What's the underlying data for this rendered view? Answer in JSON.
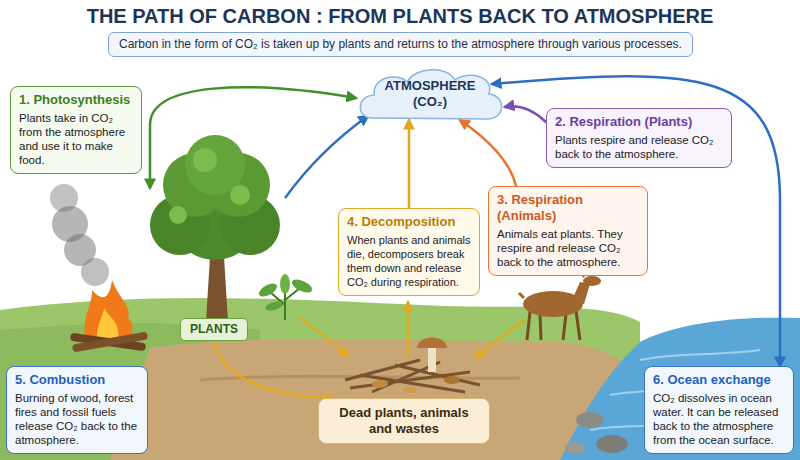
{
  "diagram": {
    "title": "THE PATH OF CARBON : FROM PLANTS BACK TO ATMOSPHERE",
    "nodes": [
      {
        "text": [
          "Carbon in the form of CO₂ is taken up by plants and returns to the atmosphere through various processes."
        ]
      },
      {
        "text": [
          "ATMOSPHERE (CO₂)"
        ]
      },
      {
        "text": [
          "1. Photosynthesis",
          "Plants take in CO₂ from the atmosphere and use it to make food."
        ]
      },
      {
        "text": [
          "2. Respiration (Plants)",
          "Plants respire and release CO₂ back to the atmosphere."
        ]
      },
      {
        "text": [
          "4. Decomposition",
          "When plants and animals die, decomposers break them down and release CO₂ during respiration."
        ]
      },
      {
        "text": [
          "3. Respiration (Animals)",
          "Animals eat plants. They respire and release CO₂ back to the atmosphere."
        ]
      },
      {
        "text": [
          "PLANTS"
        ]
      },
      {
        "text": [
          "5. Combustion",
          "Burning of wood, forest fires and fossil fuels release CO₂ back to the atmosphere."
        ]
      },
      {
        "text": [
          "Dead plants, animals and wastes"
        ]
      },
      {
        "text": [
          "6. Ocean exchange",
          "CO₂ dissolves in ocean water. It can be released back to the atmosphere from the ocean surface."
        ]
      }
    ],
    "edges": [
      {
        "from": 3,
        "to": 1,
        "arrow": "to"
      },
      {
        "from": 5,
        "to": 1,
        "arrow": "to"
      },
      {
        "from": 4,
        "to": 1,
        "arrow": "to"
      },
      {
        "from": 1,
        "to": 9,
        "arrow": "both"
      },
      {
        "from": 6,
        "to": 8,
        "arrow": "to"
      }
    ]
  }
}
